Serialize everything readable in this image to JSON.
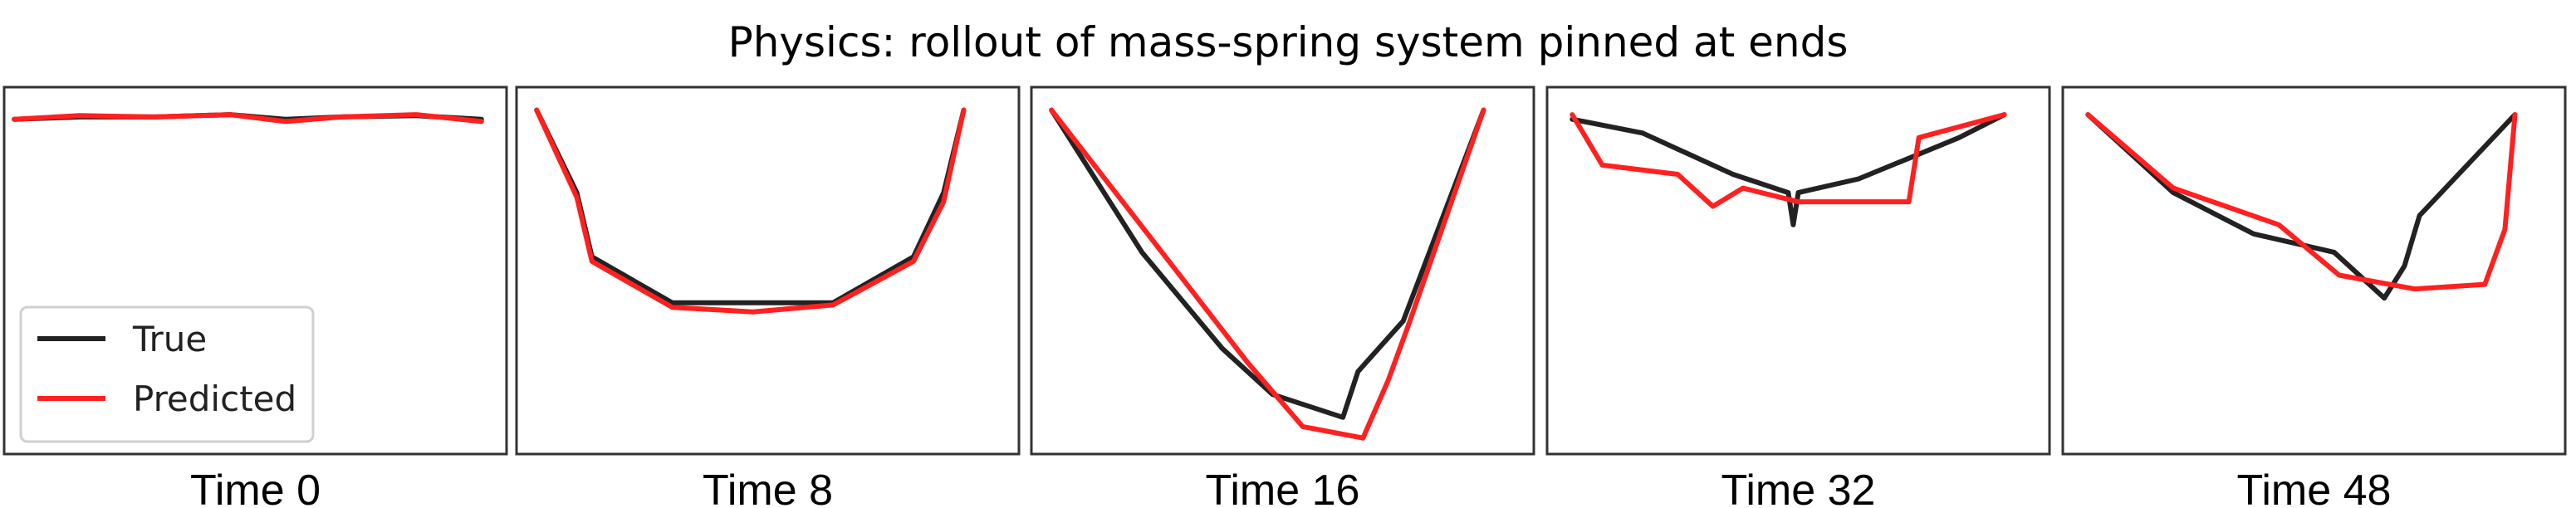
{
  "title": "Physics: rollout of mass-spring system pinned at ends",
  "legend": {
    "entries": [
      {
        "label": "True",
        "color": "#222222"
      },
      {
        "label": "Predicted",
        "color": "#ff2020"
      }
    ]
  },
  "chart_data": [
    {
      "type": "line",
      "caption": "Time 0",
      "xlim": [
        0,
        10
      ],
      "ylim": [
        0,
        8
      ],
      "grid": false,
      "legend": "lower-left",
      "series": [
        {
          "name": "True",
          "color": "#222222",
          "x": [
            0.2,
            1.5,
            3,
            4.5,
            5.6,
            6.7,
            8.2,
            9.5
          ],
          "y": [
            7.3,
            7.35,
            7.35,
            7.4,
            7.3,
            7.35,
            7.38,
            7.3
          ]
        },
        {
          "name": "Predicted",
          "color": "#ff2020",
          "x": [
            0.2,
            1.5,
            3,
            4.5,
            5.6,
            6.7,
            8.2,
            9.5
          ],
          "y": [
            7.3,
            7.38,
            7.35,
            7.4,
            7.25,
            7.35,
            7.4,
            7.25
          ]
        }
      ]
    },
    {
      "type": "line",
      "caption": "Time 8",
      "xlim": [
        0,
        10
      ],
      "ylim": [
        0,
        8
      ],
      "grid": false,
      "series": [
        {
          "name": "True",
          "color": "#222222",
          "x": [
            0.4,
            1.2,
            1.5,
            3.1,
            4.7,
            6.3,
            7.9,
            8.5,
            8.9
          ],
          "y": [
            7.5,
            5.7,
            4.3,
            3.3,
            3.3,
            3.3,
            4.3,
            5.7,
            7.5
          ]
        },
        {
          "name": "Predicted",
          "color": "#ff2020",
          "x": [
            0.4,
            1.2,
            1.5,
            3.1,
            4.7,
            6.3,
            7.9,
            8.5,
            8.9
          ],
          "y": [
            7.5,
            5.6,
            4.2,
            3.2,
            3.1,
            3.25,
            4.2,
            5.5,
            7.5
          ]
        }
      ]
    },
    {
      "type": "line",
      "caption": "Time 16",
      "xlim": [
        0,
        10
      ],
      "ylim": [
        0,
        8
      ],
      "grid": false,
      "series": [
        {
          "name": "True",
          "color": "#222222",
          "x": [
            0.4,
            2.2,
            3.8,
            4.8,
            6.2,
            6.5,
            7.4,
            9.0
          ],
          "y": [
            7.5,
            4.4,
            2.3,
            1.3,
            0.8,
            1.8,
            2.9,
            7.5
          ]
        },
        {
          "name": "Predicted",
          "color": "#ff2020",
          "x": [
            0.4,
            4.3,
            5.4,
            6.6,
            7.1,
            7.5,
            9.0
          ],
          "y": [
            7.5,
            2.0,
            0.6,
            0.35,
            1.6,
            2.8,
            7.5
          ]
        }
      ]
    },
    {
      "type": "line",
      "caption": "Time 32",
      "xlim": [
        0,
        10
      ],
      "ylim": [
        0,
        8
      ],
      "grid": false,
      "series": [
        {
          "name": "True",
          "color": "#222222",
          "x": [
            0.5,
            1.9,
            3.7,
            4.8,
            4.9,
            5.0,
            6.2,
            8.2,
            9.1
          ],
          "y": [
            7.3,
            7.0,
            6.1,
            5.7,
            5.0,
            5.7,
            6.0,
            6.9,
            7.4
          ]
        },
        {
          "name": "Predicted",
          "color": "#ff2020",
          "x": [
            0.5,
            1.1,
            2.6,
            3.3,
            3.9,
            5.0,
            7.2,
            7.4,
            9.1
          ],
          "y": [
            7.4,
            6.3,
            6.1,
            5.4,
            5.8,
            5.5,
            5.5,
            6.9,
            7.4
          ]
        }
      ]
    },
    {
      "type": "line",
      "caption": "Time 48",
      "xlim": [
        0,
        10
      ],
      "ylim": [
        0,
        8
      ],
      "grid": false,
      "series": [
        {
          "name": "True",
          "color": "#222222",
          "x": [
            0.5,
            2.2,
            3.8,
            5.4,
            6.4,
            6.8,
            7.1,
            9.0
          ],
          "y": [
            7.4,
            5.7,
            4.8,
            4.4,
            3.4,
            4.1,
            5.2,
            7.4
          ]
        },
        {
          "name": "Predicted",
          "color": "#ff2020",
          "x": [
            0.5,
            2.2,
            4.3,
            5.5,
            7.0,
            8.4,
            8.8,
            9.0
          ],
          "y": [
            7.4,
            5.8,
            5.0,
            3.9,
            3.6,
            3.7,
            4.9,
            7.4
          ]
        }
      ]
    }
  ]
}
